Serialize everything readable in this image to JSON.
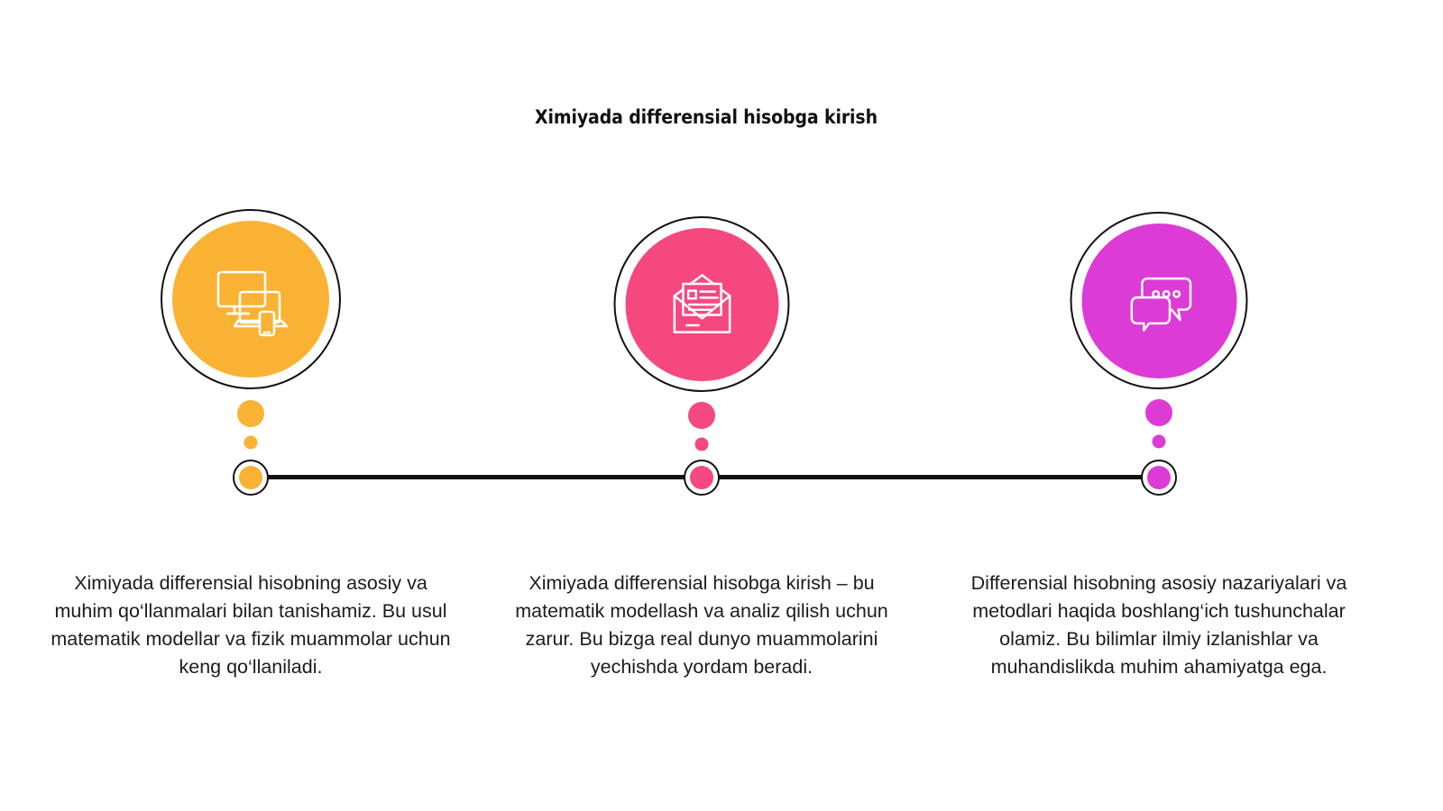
{
  "page": {
    "title": "Ximiyada differensial hisobga kirish",
    "background_color": "#ffffff",
    "line_color": "#111111"
  },
  "timeline": {
    "steps": [
      {
        "id": "step-1",
        "icon": "devices-icon",
        "color": "#F9B233",
        "description": "Ximiyada differensial hisobning asosiy va muhim qo‘llanmalari bilan tanishamiz. Bu usul matematik modellar va fizik muammolar uchun keng qo‘llaniladi."
      },
      {
        "id": "step-2",
        "icon": "open-envelope-icon",
        "color": "#F5487F",
        "description": "Ximiyada differensial hisobga kirish – bu matematik modellash va analiz qilish uchun zarur. Bu bizga real dunyo muammolarini yechishda yordam beradi."
      },
      {
        "id": "step-3",
        "icon": "chat-bubbles-icon",
        "color": "#DD3BD6",
        "description": "Differensial hisobning asosiy nazariyalari va metodlari haqida boshlang‘ich tushunchalar olamiz. Bu bilimlar ilmiy izlanishlar va muhandislikda muhim ahamiyatga ega."
      }
    ]
  }
}
